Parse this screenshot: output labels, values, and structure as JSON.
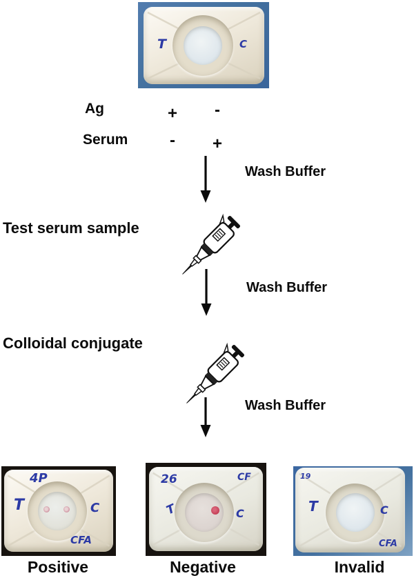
{
  "colors": {
    "photo_blue": "#44719f",
    "photo_black": "#17130f",
    "ink_blue": "#2c3aa5",
    "cassette_cream": "#ece6d7",
    "positive_dot_pink": "#c4798c",
    "negative_dot_red": "#c23a52"
  },
  "top_cassette": {
    "t_mark": "T",
    "c_mark": "C"
  },
  "sample_table": {
    "rows": [
      {
        "label": "Ag",
        "col1": "+",
        "col2": "-"
      },
      {
        "label": "Serum",
        "col1": "-",
        "col2": "+"
      }
    ]
  },
  "flow": {
    "wash1": "Wash Buffer",
    "wash2": "Wash Buffer",
    "wash3": "Wash Buffer",
    "step1": "Test serum sample",
    "step2": "Colloidal conjugate"
  },
  "results": [
    {
      "label": "Positive",
      "marks": {
        "top": "4P",
        "t": "T",
        "c": "C",
        "bottom": "CFA"
      },
      "dots": "two pink dots (T and C)"
    },
    {
      "label": "Negative",
      "marks": {
        "top_left": "26",
        "top_right": "CF",
        "t": "T",
        "c": "C"
      },
      "dots": "one red dot (C only)"
    },
    {
      "label": "Invalid",
      "marks": {
        "top_left": "19",
        "t": "T",
        "c": "C",
        "bottom": "CFA"
      },
      "dots": "none"
    }
  ]
}
